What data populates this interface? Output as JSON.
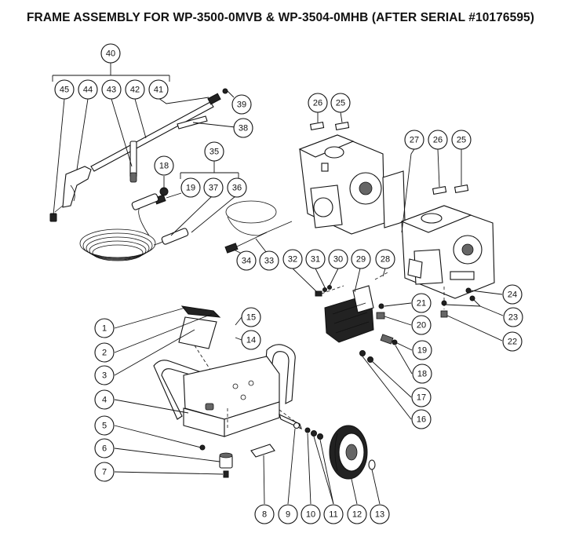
{
  "title": "FRAME ASSEMBLY FOR WP-3500-0MVB & WP-3504-0MHB (AFTER SERIAL #10176595)",
  "callouts": [
    "1",
    "2",
    "3",
    "4",
    "5",
    "6",
    "7",
    "8",
    "9",
    "10",
    "11",
    "12",
    "13",
    "14",
    "15",
    "16",
    "17",
    "18",
    "19",
    "20",
    "21",
    "22",
    "23",
    "24",
    "25",
    "26",
    "27",
    "28",
    "29",
    "30",
    "31",
    "32",
    "33",
    "34",
    "35",
    "36",
    "37",
    "38",
    "39",
    "40",
    "41",
    "42",
    "43",
    "44",
    "45"
  ],
  "colors": {
    "line": "#111111",
    "background": "#ffffff"
  }
}
